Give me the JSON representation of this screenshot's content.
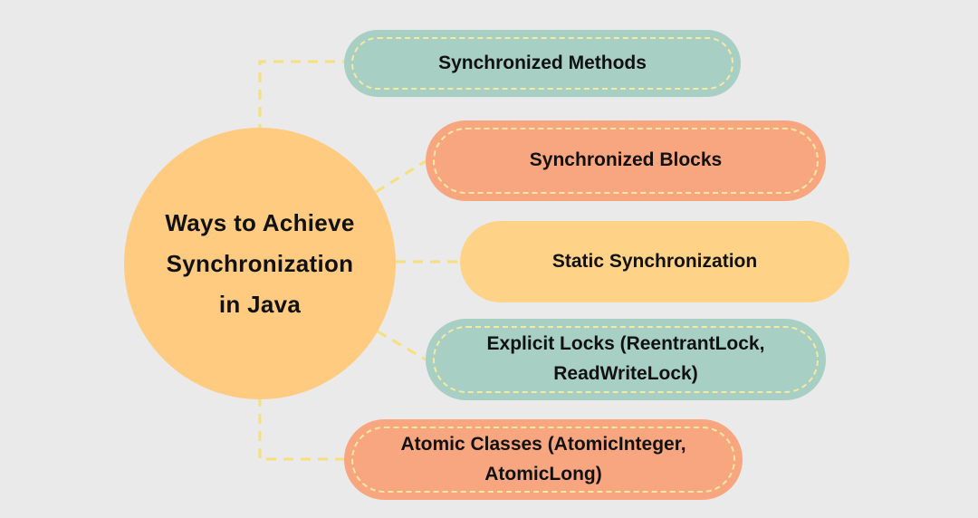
{
  "diagram": {
    "title": "Ways to Achieve Synchronization in Java",
    "background_color": "#ebeaea",
    "connector_color": "#f6df7d",
    "dash_border_color": "#f7e9a2",
    "text_color": "#111111"
  },
  "center": {
    "label": "Ways to Achieve Synchronization in Java",
    "line1": "Ways to Achieve",
    "line2": "Synchronization",
    "line3": "in Java",
    "fill": "#fecb81",
    "shape": "circle"
  },
  "nodes": [
    {
      "id": "synchronized-methods",
      "label": "Synchronized Methods",
      "fill": "#a7cfc3",
      "dashed_border": true
    },
    {
      "id": "synchronized-blocks",
      "label": "Synchronized Blocks",
      "fill": "#f8a67f",
      "dashed_border": true
    },
    {
      "id": "static-synchronization",
      "label": "Static Synchronization",
      "fill": "#ffd387",
      "dashed_border": false
    },
    {
      "id": "explicit-locks",
      "label": "Explicit Locks (ReentrantLock, ReadWriteLock)",
      "fill": "#a7cfc3",
      "dashed_border": true
    },
    {
      "id": "atomic-classes",
      "label": "Atomic Classes (AtomicInteger, AtomicLong)",
      "fill": "#f8a67f",
      "dashed_border": true
    }
  ]
}
